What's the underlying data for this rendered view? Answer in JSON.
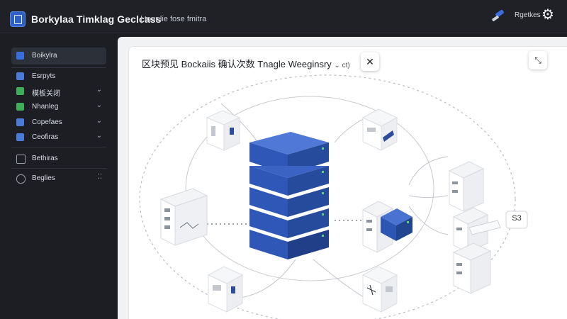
{
  "app": {
    "title": "Borkylaa Timklag Geclcass",
    "subtitle": "| tour lie fose fmitra"
  },
  "header": {
    "user_label": "Rgetkes"
  },
  "sidebar": {
    "items": [
      {
        "label": "Boikylra",
        "active": true,
        "icon_color": "#3a6ee0",
        "has_chevron": false
      },
      {
        "label": "Esrpyts",
        "active": false,
        "icon_color": "#4a7bd8",
        "has_chevron": false
      },
      {
        "label": "模板关闭",
        "active": false,
        "icon_color": "#3fae5a",
        "has_chevron": true
      },
      {
        "label": "Nhanleg",
        "active": false,
        "icon_color": "#3fae5a",
        "has_chevron": true
      },
      {
        "label": "Copefaes",
        "active": false,
        "icon_color": "#4a7bd8",
        "has_chevron": true
      },
      {
        "label": "Ceofiras",
        "active": false,
        "icon_color": "#4a7bd8",
        "has_chevron": true
      },
      {
        "label": "Bethiras",
        "active": false,
        "icon_color": "#9aa0aa",
        "has_chevron": false
      },
      {
        "label": "Beglies",
        "active": false,
        "icon_color": "#9aa0aa",
        "has_chevron": false
      }
    ]
  },
  "canvas": {
    "title": "区块预见  Bockaiis 确认次数 Tnagle Weeginsry",
    "dropdown": "⌄ ct)",
    "close_label": "✕",
    "expand_label": "⤡",
    "right_badge": "S3"
  },
  "colors": {
    "accent": "#2f5fc9",
    "node_blue": "#3b63c4",
    "bg": "#1c1e24"
  }
}
